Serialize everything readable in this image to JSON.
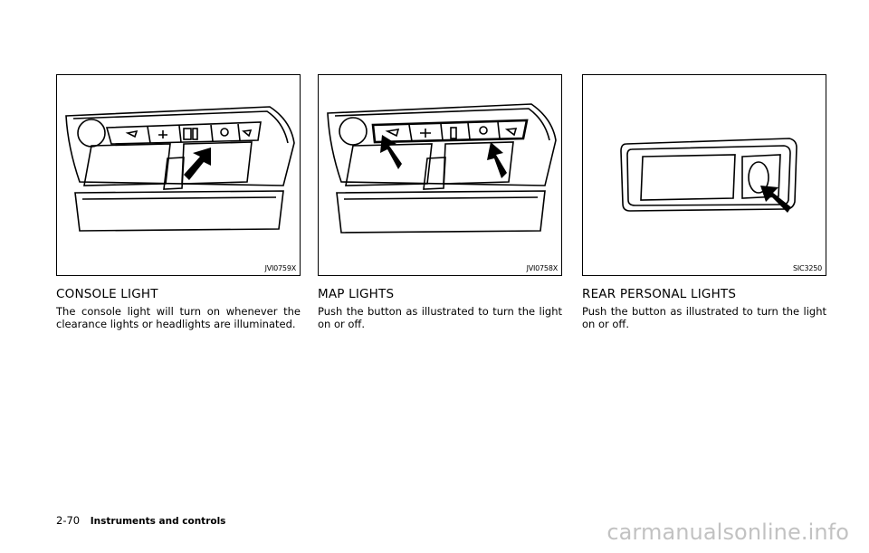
{
  "sections": [
    {
      "figure_id": "JVI0759X",
      "heading": "CONSOLE LIGHT",
      "text": "The console light will turn on whenever the clearance lights or headlights are illuminated."
    },
    {
      "figure_id": "JVI0758X",
      "heading": "MAP LIGHTS",
      "text": "Push the button as illustrated to turn the light on or off."
    },
    {
      "figure_id": "SIC3250",
      "heading": "REAR PERSONAL LIGHTS",
      "text": "Push the button as illustrated to turn the light on or off."
    }
  ],
  "footer": {
    "page_number": "2-70",
    "section_title": "Instruments and controls"
  },
  "watermark": "carmanualsonline.info"
}
